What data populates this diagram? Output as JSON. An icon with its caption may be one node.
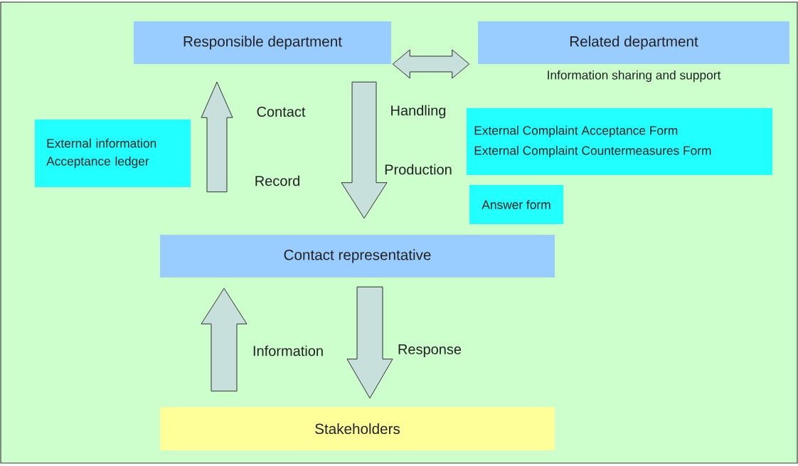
{
  "diagram": {
    "nodes": [
      {
        "text": [
          "Responsible department"
        ]
      },
      {
        "text": [
          "Related department"
        ],
        "beside": [
          "Information sharing and support"
        ]
      },
      {
        "text": [
          "External information Acceptance ledger"
        ]
      },
      {
        "text": [
          "External Complaint Acceptance Form",
          "External Complaint Countermeasures Form"
        ]
      },
      {
        "text": [
          "Answer form"
        ]
      },
      {
        "text": [
          "Contact representative"
        ]
      },
      {
        "text": [
          "Stakeholders"
        ]
      }
    ],
    "edges": [
      {
        "from": 5,
        "to": 0,
        "arrow": "to",
        "label": "Contact"
      },
      {
        "from": 0,
        "to": 5,
        "arrow": "to",
        "label": "Handling"
      },
      {
        "from": 0,
        "to": 1,
        "arrow": "both"
      },
      {
        "from": 6,
        "to": 5,
        "arrow": "to",
        "label": "Information"
      },
      {
        "from": 5,
        "to": 6,
        "arrow": "to",
        "label": "Response"
      }
    ],
    "labels": [
      "Record",
      "Production"
    ]
  }
}
